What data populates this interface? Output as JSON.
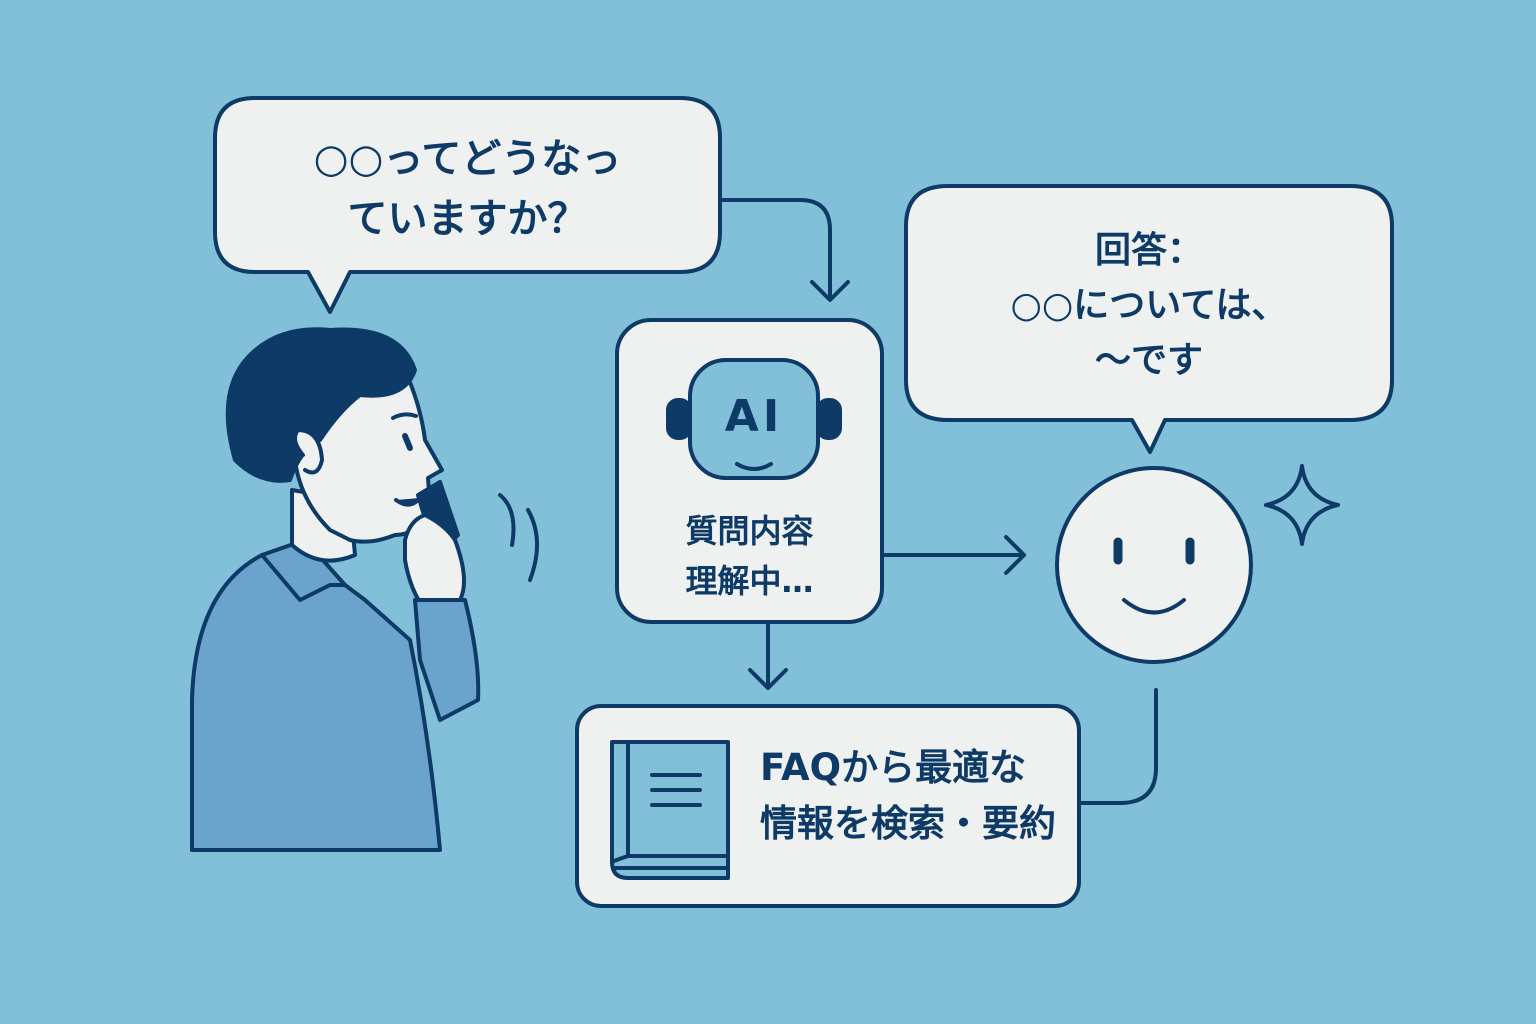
{
  "question_bubble": {
    "lines": [
      "○○ってどうなっ",
      "ていますか？"
    ]
  },
  "ai_box": {
    "badge": "AI",
    "lines": [
      "質問内容",
      "理解中…"
    ]
  },
  "answer_bubble": {
    "lines": [
      "回答：",
      "○○については、",
      "〜です"
    ]
  },
  "faq_box": {
    "lines": [
      "FAQから最適な",
      "情報を検索・要約"
    ]
  },
  "icons": [
    "person-on-phone-icon",
    "robot-icon",
    "smiley-face-icon",
    "sparkle-icon",
    "book-icon"
  ],
  "colors": {
    "background": "#82c0da",
    "stroke": "#0d3a66",
    "panel": "#eef1ef",
    "shirt": "#6aa3cc"
  }
}
